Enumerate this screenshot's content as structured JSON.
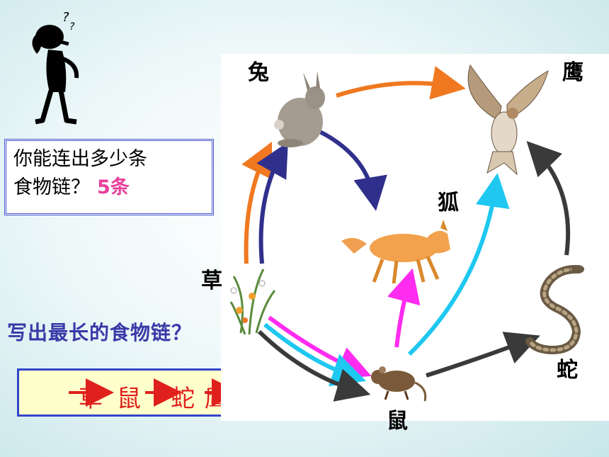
{
  "labels": {
    "rabbit": "兔",
    "hawk": "鹰",
    "fox": "狐",
    "grass": "草",
    "snake": "蛇",
    "mouse": "鼠"
  },
  "question": {
    "line1": "你能连出多少条",
    "line2": "食物链？",
    "answer": "5条"
  },
  "longest_question": "写出最长的食物链？",
  "longest_chain": [
    "草",
    "鼠",
    "蛇",
    "鹰"
  ],
  "colors": {
    "orange": "#f07820",
    "navy": "#30308c",
    "magenta": "#ff2cf0",
    "cyan": "#1ec8f0",
    "dark": "#3a3a3a",
    "chain_red": "#e0201c",
    "answer_pink": "#e8409a",
    "question_blue": "#3a3aa8"
  }
}
